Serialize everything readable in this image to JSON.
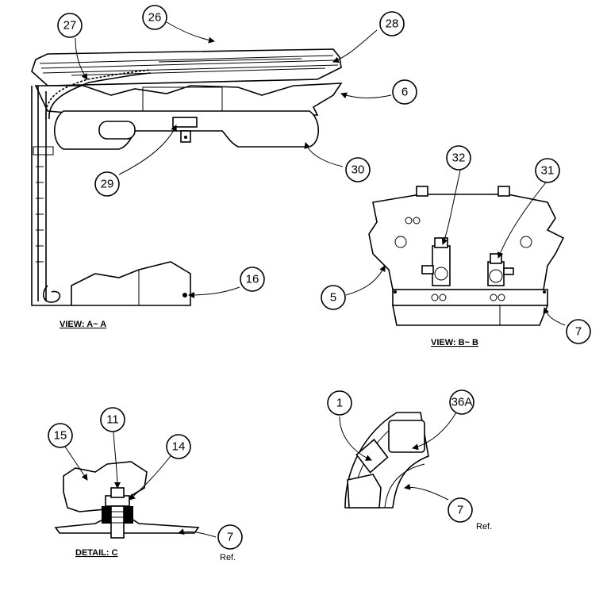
{
  "views": {
    "a": "VIEW: A~ A",
    "b": "VIEW: B~ B",
    "c": "DETAIL: C"
  },
  "callouts": [
    {
      "id": "c26",
      "label": "26"
    },
    {
      "id": "c27",
      "label": "27"
    },
    {
      "id": "c28",
      "label": "28"
    },
    {
      "id": "c6",
      "label": "6"
    },
    {
      "id": "c29",
      "label": "29"
    },
    {
      "id": "c30",
      "label": "30"
    },
    {
      "id": "c16",
      "label": "16"
    },
    {
      "id": "c32",
      "label": "32"
    },
    {
      "id": "c31",
      "label": "31"
    },
    {
      "id": "c5",
      "label": "5"
    },
    {
      "id": "c7a",
      "label": "7"
    },
    {
      "id": "c1",
      "label": "1"
    },
    {
      "id": "c36a",
      "label": "36A"
    },
    {
      "id": "c7b",
      "label": "7"
    },
    {
      "id": "c11",
      "label": "11"
    },
    {
      "id": "c15",
      "label": "15"
    },
    {
      "id": "c14",
      "label": "14"
    },
    {
      "id": "c7c",
      "label": "7"
    }
  ],
  "refs": [
    "Ref.",
    "Ref."
  ]
}
